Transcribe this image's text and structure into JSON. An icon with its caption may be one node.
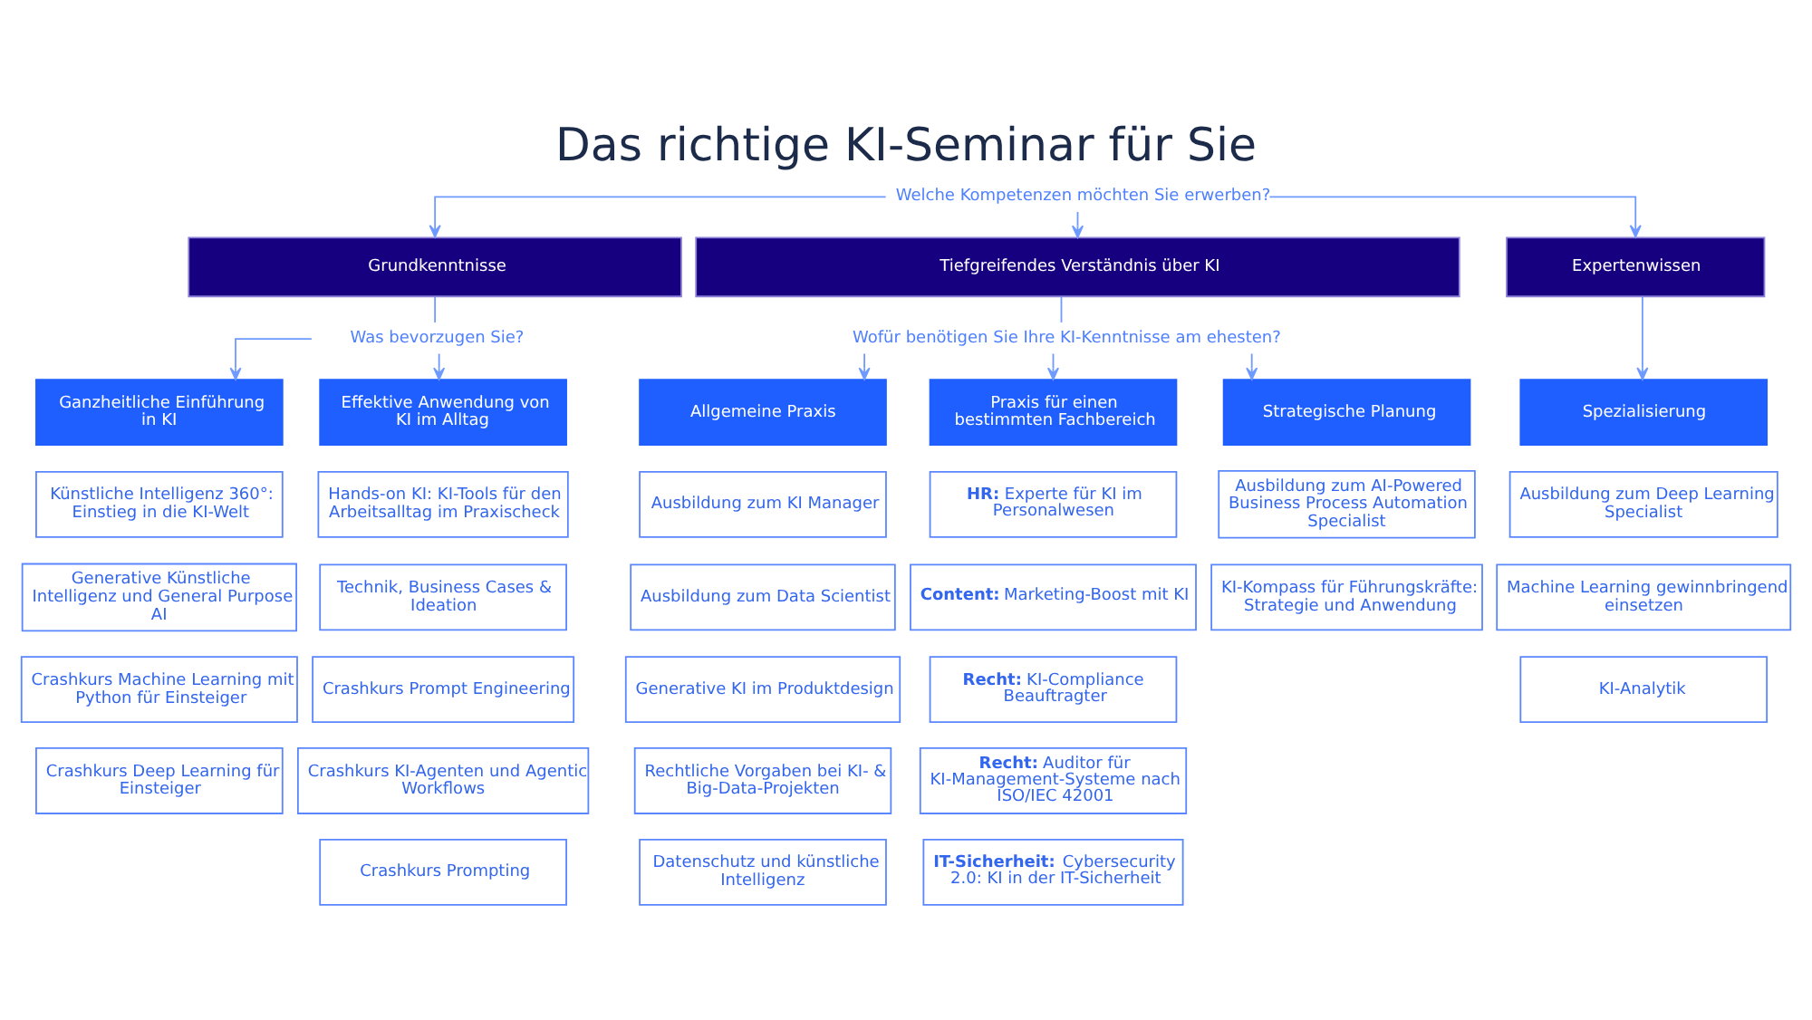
{
  "diagram": {
    "title": "Das richtige KI-Seminar für Sie",
    "nodes": [
      {
        "text": [
          "Welche Kompetenzen möchten Sie erwerben?"
        ]
      },
      {
        "text": [
          "Grundkenntnisse"
        ]
      },
      {
        "text": [
          "Tiefgreifendes Verständnis über KI"
        ]
      },
      {
        "text": [
          "Expertenwissen"
        ]
      },
      {
        "text": [
          "Was bevorzugen Sie?"
        ]
      },
      {
        "text": [
          "Wofür benötigen Sie Ihre KI-Kenntnisse am ehesten?"
        ]
      },
      {
        "text": [
          "Ganzheitliche Einführung in KI"
        ]
      },
      {
        "text": [
          "Effektive Anwendung von KI im Alltag"
        ]
      },
      {
        "text": [
          "Allgemeine Praxis"
        ]
      },
      {
        "text": [
          "Praxis für einen bestimmten Fachbereich"
        ]
      },
      {
        "text": [
          "Strategische Planung"
        ]
      },
      {
        "text": [
          "Spezialisierung"
        ]
      },
      {
        "text": [
          "Künstliche Intelligenz 360°: Einstieg in die KI-Welt"
        ]
      },
      {
        "text": [
          "Hands-on KI: KI-Tools für den Arbeitsalltag im Praxischeck"
        ]
      },
      {
        "text": [
          "Ausbildung zum KI Manager"
        ]
      },
      {
        "text": [
          "**HR:** Experte für KI im Personalwesen"
        ]
      },
      {
        "text": [
          "Ausbildung zum AI-Powered Business Process Automation Specialist"
        ]
      },
      {
        "text": [
          "Ausbildung zum Deep Learning Specialist"
        ]
      },
      {
        "text": [
          "Generative Künstliche Intelligenz und General Purpose AI"
        ]
      },
      {
        "text": [
          "Technik, Business Cases & Ideation"
        ]
      },
      {
        "text": [
          "Ausbildung zum Data Scientist"
        ]
      },
      {
        "text": [
          "**Content:** Marketing-Boost mit KI"
        ]
      },
      {
        "text": [
          "KI-Kompass für Führungskräfte: Strategie und Anwendung"
        ]
      },
      {
        "text": [
          "Machine Learning gewinnbringend einsetzen"
        ]
      },
      {
        "text": [
          "Crashkurs Machine Learning mit Python für Einsteiger"
        ]
      },
      {
        "text": [
          "Crashkurs Prompt Engineering"
        ]
      },
      {
        "text": [
          "Generative KI im Produktdesign"
        ]
      },
      {
        "text": [
          "**Recht:** KI-Compliance Beauftragter"
        ]
      },
      {
        "text": [
          "KI-Analytik"
        ]
      },
      {
        "text": [
          "Crashkurs Deep Learning für Einsteiger"
        ]
      },
      {
        "text": [
          "Crashkurs KI-Agenten und Agentic Workflows"
        ]
      },
      {
        "text": [
          "Rechtliche Vorgaben bei KI- & Big-Data-Projekten"
        ]
      },
      {
        "text": [
          "**Recht:** Auditor für KI-Management-Systeme nach ISO/IEC 42001"
        ]
      },
      {
        "text": [
          "Crashkurs Prompting"
        ]
      },
      {
        "text": [
          "Datenschutz und künstliche Intelligenz"
        ]
      },
      {
        "text": [
          "**IT-Sicherheit:** Cybersecurity 2.0: KI in der IT-Sicherheit"
        ]
      }
    ],
    "edges": [
      {
        "from": 0,
        "to": 1,
        "arrow": "to"
      },
      {
        "from": 0,
        "to": 2,
        "arrow": "to"
      },
      {
        "from": 0,
        "to": 3,
        "arrow": "to"
      },
      {
        "from": 1,
        "to": 4,
        "arrow": "none"
      },
      {
        "from": 4,
        "to": 6,
        "arrow": "to"
      },
      {
        "from": 4,
        "to": 7,
        "arrow": "to"
      },
      {
        "from": 2,
        "to": 5,
        "arrow": "none"
      },
      {
        "from": 5,
        "to": 8,
        "arrow": "to"
      },
      {
        "from": 5,
        "to": 9,
        "arrow": "to"
      },
      {
        "from": 5,
        "to": 10,
        "arrow": "to"
      },
      {
        "from": 3,
        "to": 11,
        "arrow": "to"
      }
    ]
  }
}
